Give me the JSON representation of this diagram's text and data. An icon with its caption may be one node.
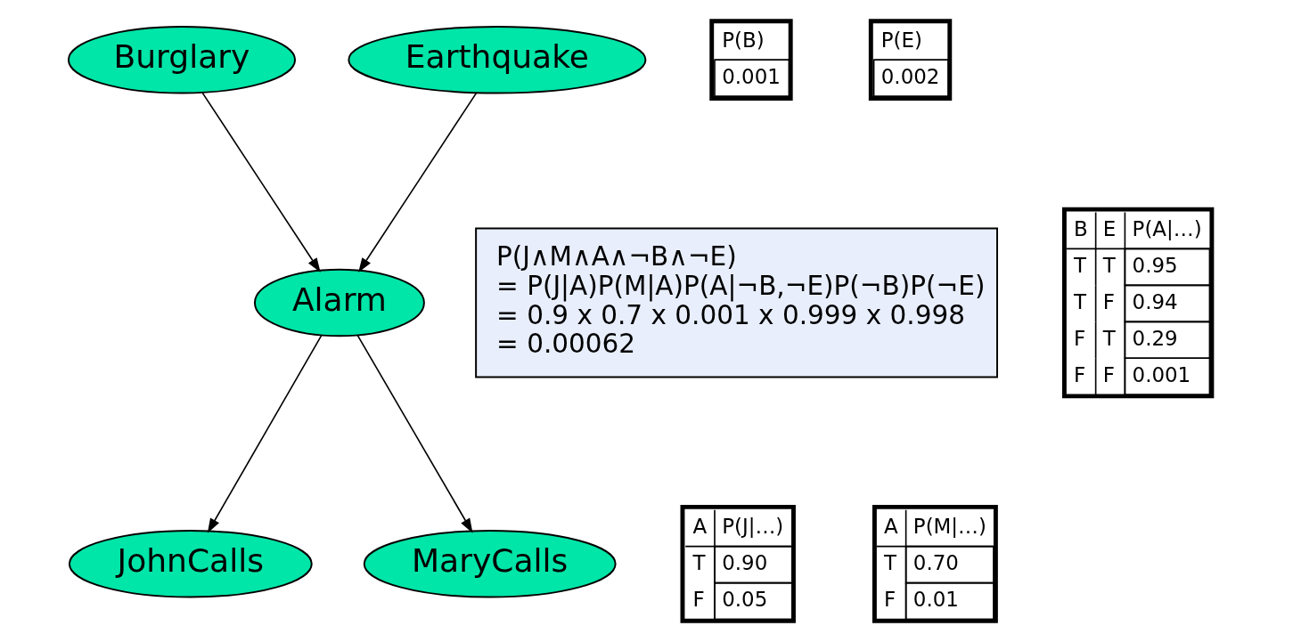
{
  "diagram": {
    "nodes": [
      {
        "text": [
          "Burglary"
        ]
      },
      {
        "text": [
          "Earthquake"
        ]
      },
      {
        "text": [
          "P(J∧M∧A∧¬B∧¬E)",
          "= P(J|A)P(M|A)P(A|¬B,¬E)P(¬B)P(¬E)",
          "= 0.9 x 0.7 x 0.001 x 0.999 x 0.998",
          "= 0.00062"
        ]
      },
      {
        "text": [
          "Alarm"
        ]
      },
      {
        "text": [
          "JohnCalls"
        ]
      },
      {
        "text": [
          "MaryCalls"
        ]
      }
    ],
    "edges": [
      {
        "from": 0,
        "to": 3,
        "arrow": "to"
      },
      {
        "from": 1,
        "to": 3,
        "arrow": "to"
      },
      {
        "from": 3,
        "to": 4,
        "arrow": "to"
      },
      {
        "from": 3,
        "to": 5,
        "arrow": "to"
      }
    ],
    "labels": [
      "P(B)",
      "0.001",
      "P(E)",
      "0.002",
      "B",
      "E",
      "P(A|…)",
      "T",
      "T",
      "0.95",
      "T",
      "F",
      "0.94",
      "F",
      "T",
      "0.29",
      "F",
      "F",
      "0.001",
      "A",
      "P(J|…)",
      "T",
      "0.90",
      "F",
      "0.05",
      "A",
      "P(M|…)",
      "T",
      "0.70",
      "F",
      "0.01"
    ]
  }
}
